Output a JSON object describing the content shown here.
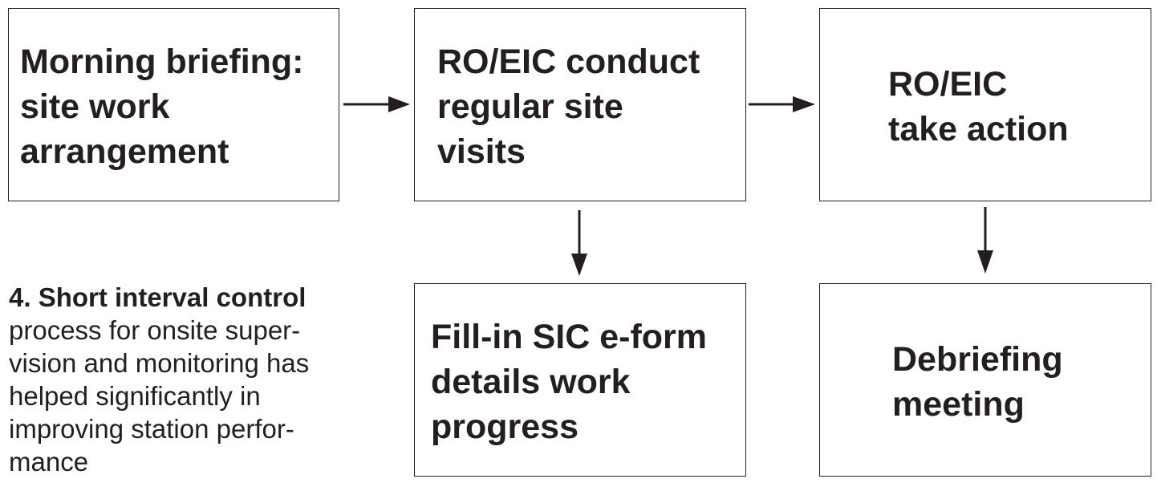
{
  "diagram": {
    "nodes": [
      {
        "id": "morning",
        "label": "Morning briefing:\nsite work\narrangement"
      },
      {
        "id": "visits",
        "label": "RO/EIC conduct\nregular site\nvisits"
      },
      {
        "id": "action",
        "label": "RO/EIC\ntake action"
      },
      {
        "id": "eform",
        "label": "Fill-in SIC e-form\ndetails work\nprogress"
      },
      {
        "id": "debrief",
        "label": "Debriefing\nmeeting"
      }
    ],
    "edges": [
      {
        "from": "morning",
        "to": "visits"
      },
      {
        "from": "visits",
        "to": "action"
      },
      {
        "from": "visits",
        "to": "eform"
      },
      {
        "from": "action",
        "to": "debrief"
      }
    ]
  },
  "caption": {
    "heading": "4. Short interval control",
    "body": "process for onsite super-\nvision and monitoring has\nhelped significantly in\nimproving station perfor-\nmance"
  },
  "colors": {
    "stroke": "#231f20",
    "text": "#231f20",
    "background": "#ffffff"
  }
}
